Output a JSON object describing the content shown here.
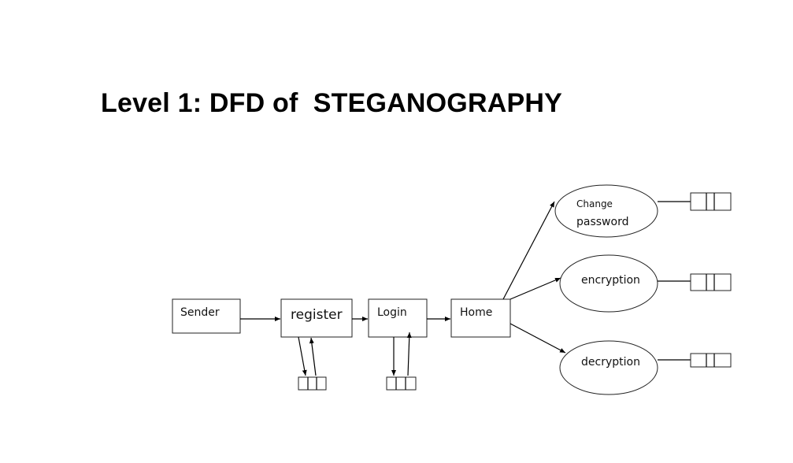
{
  "title": "Level 1: DFD of  STEGANOGRAPHY",
  "nodes": {
    "sender": "Sender",
    "register": "register",
    "login": "Login",
    "home": "Home",
    "change_password_line1": "Change",
    "change_password_line2": "password",
    "encryption": "encryption",
    "decryption": "decryption"
  }
}
